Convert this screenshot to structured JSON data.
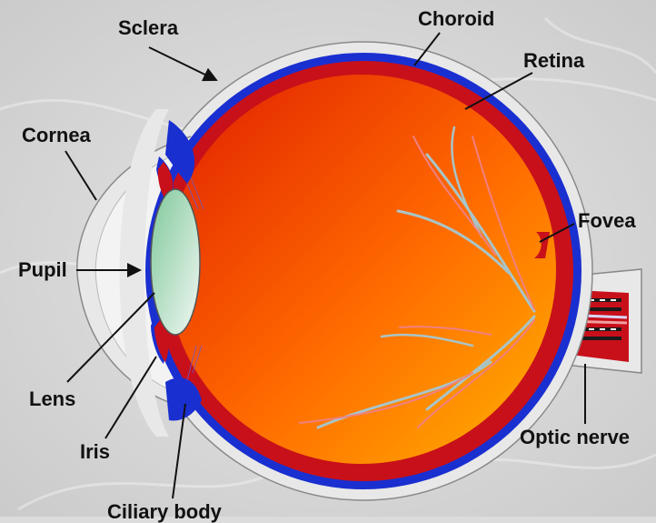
{
  "labels": {
    "sclera": "Sclera",
    "choroid": "Choroid",
    "retina": "Retina",
    "cornea": "Cornea",
    "fovea": "Fovea",
    "pupil": "Pupil",
    "lens": "Lens",
    "iris": "Iris",
    "optic_nerve": "Optic nerve",
    "ciliary_body": "Ciliary body"
  },
  "colors": {
    "background": "#dcdcdc",
    "sclera": "#e8e8e8",
    "choroid": "#1a2fd0",
    "retina": "#c8101a",
    "vitreous_light": "#ffb000",
    "vitreous_dark": "#e62a00",
    "lens": "#9fd4b0",
    "vessel_blue": "#a9c4c8",
    "vessel_red": "#f08080"
  }
}
